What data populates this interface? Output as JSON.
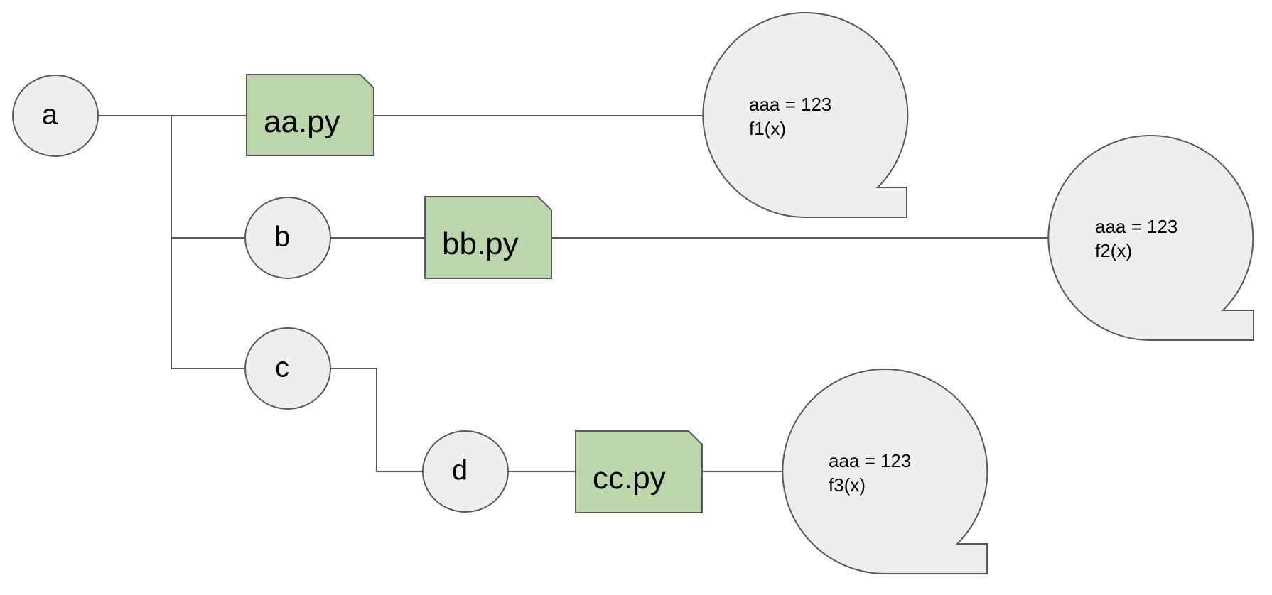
{
  "folders": {
    "a": "a",
    "b": "b",
    "c": "c",
    "d": "d"
  },
  "files": {
    "aa": "aa.py",
    "bb": "bb.py",
    "cc": "cc.py"
  },
  "callouts": {
    "aa": {
      "line1": "aaa = 123",
      "line2": "f1(x)"
    },
    "bb": {
      "line1": "aaa = 123",
      "line2": "f2(x)"
    },
    "cc": {
      "line1": "aaa = 123",
      "line2": "f3(x)"
    }
  },
  "colors": {
    "file_fill": "#bcd6ac",
    "node_fill": "#eeeeee",
    "stroke": "#595959"
  }
}
